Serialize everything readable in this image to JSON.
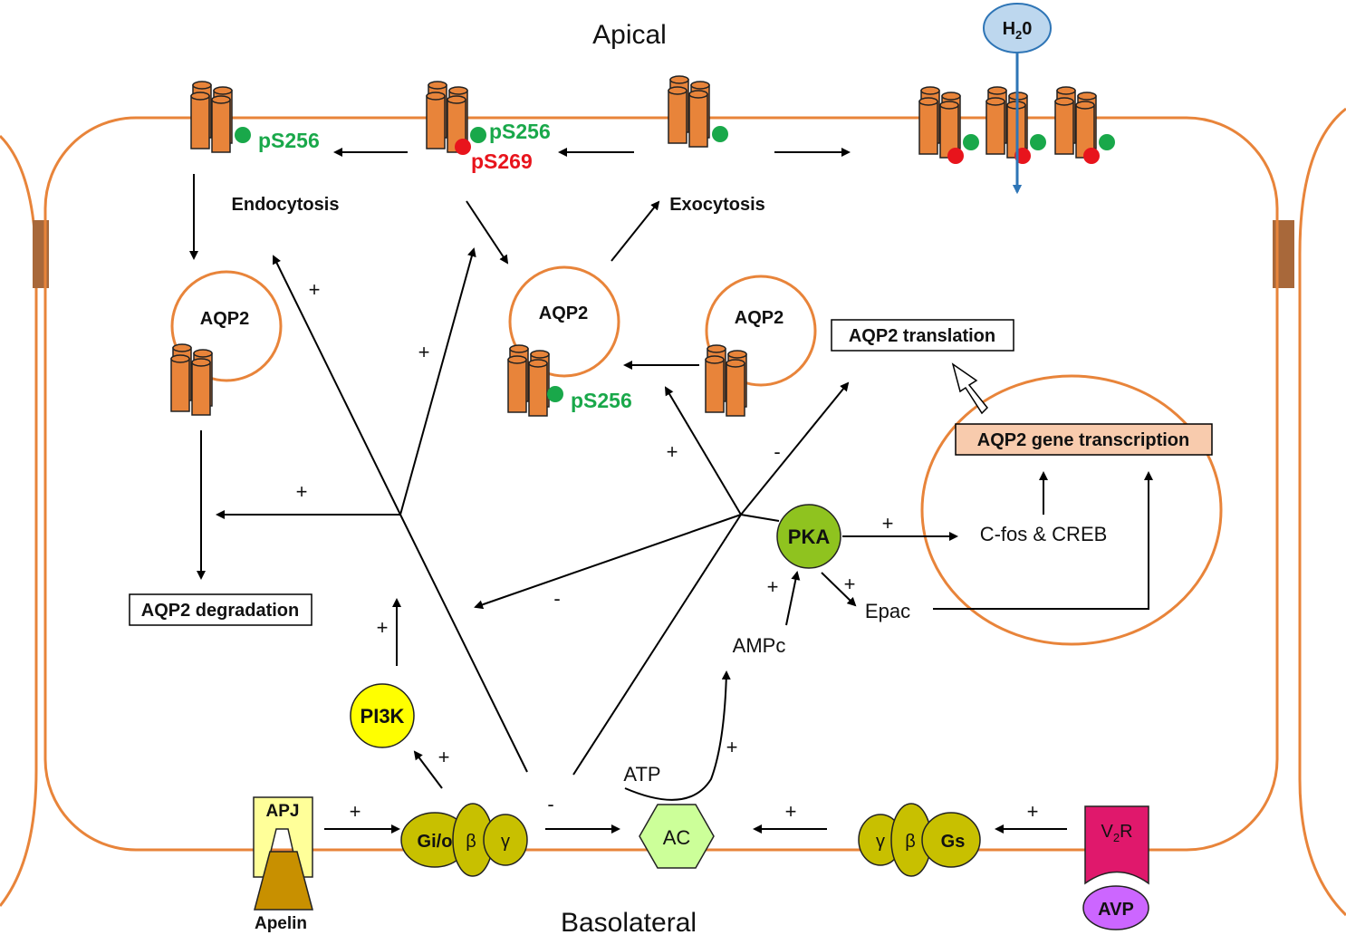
{
  "regions": {
    "apical": "Apical",
    "basolateral": "Basolateral"
  },
  "water": "H",
  "water_sub": "2",
  "water_tail": "0",
  "phospho": {
    "s256": "pS256",
    "s269": "pS269"
  },
  "processes": {
    "endocytosis": "Endocytosis",
    "exocytosis": "Exocytosis"
  },
  "vesicle_label": "AQP2",
  "boxes": {
    "translation": "AQP2 translation",
    "transcription": "AQP2 gene transcription",
    "degradation": "AQP2 degradation"
  },
  "molecules": {
    "pka": "PKA",
    "pi3k": "PI3K",
    "cfos_creb": "C-fos & CREB",
    "epac": "Epac",
    "ampc": "AMPc",
    "atp": "ATP",
    "ac": "AC",
    "apj": "APJ",
    "apelin": "Apelin",
    "gio": "Gi/o",
    "beta": "β",
    "gamma": "γ",
    "gs": "Gs",
    "v2r": "V",
    "v2r_sub": "2",
    "v2r_tail": "R",
    "avp": "AVP"
  },
  "signs": {
    "plus": "+",
    "minus": "-"
  },
  "colors": {
    "membrane": "#e8843a",
    "channel": "#e8843a",
    "junction": "#a8683a",
    "pka": "#8fc31f",
    "pi3k": "#ffff00",
    "g_protein": "#c8c000",
    "ac": "#ccff99",
    "transcription_box": "#f8cbad",
    "water": "#bdd7ee",
    "water_arrow": "#2e75b6",
    "v2r": "#e0186c",
    "avp": "#cc66ff",
    "apj": "#ffff99",
    "apelin": "#c89000",
    "green_dot": "#19a84a",
    "red_dot": "#e8141c"
  }
}
